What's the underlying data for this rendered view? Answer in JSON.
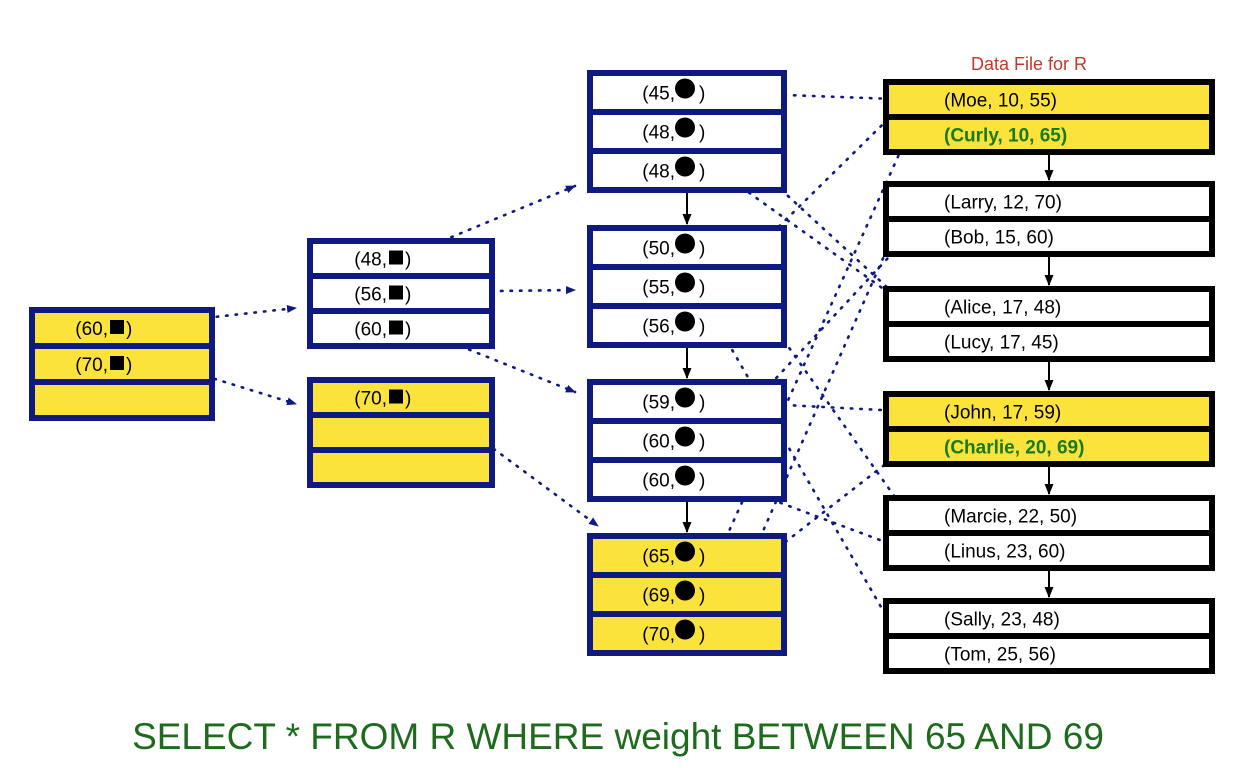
{
  "colors": {
    "navy": "#0f1a80",
    "highlight": "#fbe33b",
    "record_highlight": "#1a7a1a",
    "query": "#1e6b1e",
    "file_title": "#c0392b"
  },
  "icons": {
    "pointer": "filled-square",
    "record_pointer": "filled-circle"
  },
  "data_file_title": "Data File for R",
  "query": "SELECT * FROM R WHERE weight BETWEEN 65 AND 69",
  "root": {
    "highlighted": true,
    "entries": [
      {
        "label": "(60, ",
        "close": ")"
      },
      {
        "label": "(70, ",
        "close": ")"
      },
      {
        "label": "",
        "close": ""
      }
    ]
  },
  "internal": [
    {
      "highlighted": false,
      "entries": [
        {
          "label": "(48, ",
          "close": ")"
        },
        {
          "label": "(56, ",
          "close": ")"
        },
        {
          "label": "(60, ",
          "close": ")"
        }
      ]
    },
    {
      "highlighted": true,
      "entries": [
        {
          "label": "(70, ",
          "close": ")"
        },
        {
          "label": "",
          "close": ""
        },
        {
          "label": "",
          "close": ""
        }
      ]
    }
  ],
  "leaves": [
    {
      "highlighted": false,
      "entries": [
        {
          "label": "(45, ",
          "close": ")"
        },
        {
          "label": "(48, ",
          "close": ")"
        },
        {
          "label": "(48, ",
          "close": ")"
        }
      ]
    },
    {
      "highlighted": false,
      "entries": [
        {
          "label": "(50, ",
          "close": ")"
        },
        {
          "label": "(55, ",
          "close": ")"
        },
        {
          "label": "(56, ",
          "close": ")"
        }
      ]
    },
    {
      "highlighted": false,
      "entries": [
        {
          "label": "(59, ",
          "close": ")"
        },
        {
          "label": "(60, ",
          "close": ")"
        },
        {
          "label": "(60, ",
          "close": ")"
        }
      ]
    },
    {
      "highlighted": true,
      "entries": [
        {
          "label": "(65, ",
          "close": ")"
        },
        {
          "label": "(69, ",
          "close": ")"
        },
        {
          "label": "(70, ",
          "close": ")"
        }
      ]
    }
  ],
  "data_pages": [
    {
      "highlighted": true,
      "records": [
        {
          "text": "(Moe, 10, 55)",
          "match": false
        },
        {
          "text": "(Curly, 10, 65)",
          "match": true
        }
      ]
    },
    {
      "highlighted": false,
      "records": [
        {
          "text": "(Larry, 12, 70)",
          "match": false
        },
        {
          "text": "(Bob, 15, 60)",
          "match": false
        }
      ]
    },
    {
      "highlighted": false,
      "records": [
        {
          "text": "(Alice, 17, 48)",
          "match": false
        },
        {
          "text": "(Lucy, 17, 45)",
          "match": false
        }
      ]
    },
    {
      "highlighted": true,
      "records": [
        {
          "text": "(John, 17, 59)",
          "match": false
        },
        {
          "text": "(Charlie, 20, 69)",
          "match": true
        }
      ]
    },
    {
      "highlighted": false,
      "records": [
        {
          "text": "(Marcie, 22, 50)",
          "match": false
        },
        {
          "text": "(Linus, 23, 60)",
          "match": false
        }
      ]
    },
    {
      "highlighted": false,
      "records": [
        {
          "text": "(Sally, 23, 48)",
          "match": false
        },
        {
          "text": "(Tom, 25, 56)",
          "match": false
        }
      ]
    }
  ]
}
